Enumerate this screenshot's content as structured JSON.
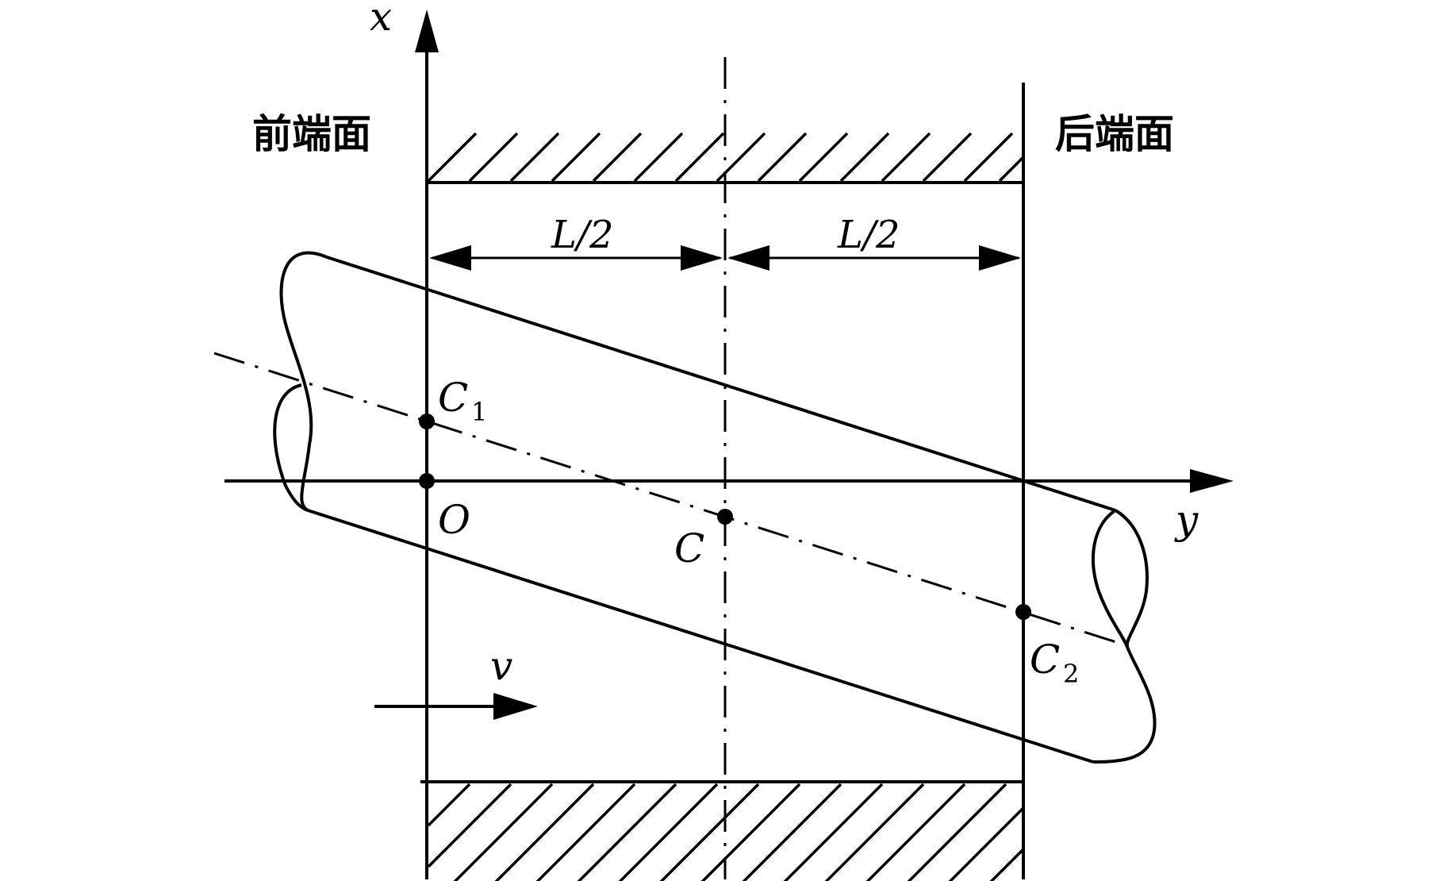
{
  "labels": {
    "front_face": "前端面",
    "rear_face": "后端面",
    "x_axis": "x",
    "y_axis": "y",
    "origin": "O",
    "center": "C",
    "c1_main": "C",
    "c1_sub": "1",
    "c2_main": "C",
    "c2_sub": "2",
    "velocity": "v",
    "half_length_left": "L/2",
    "half_length_right": "L/2"
  }
}
